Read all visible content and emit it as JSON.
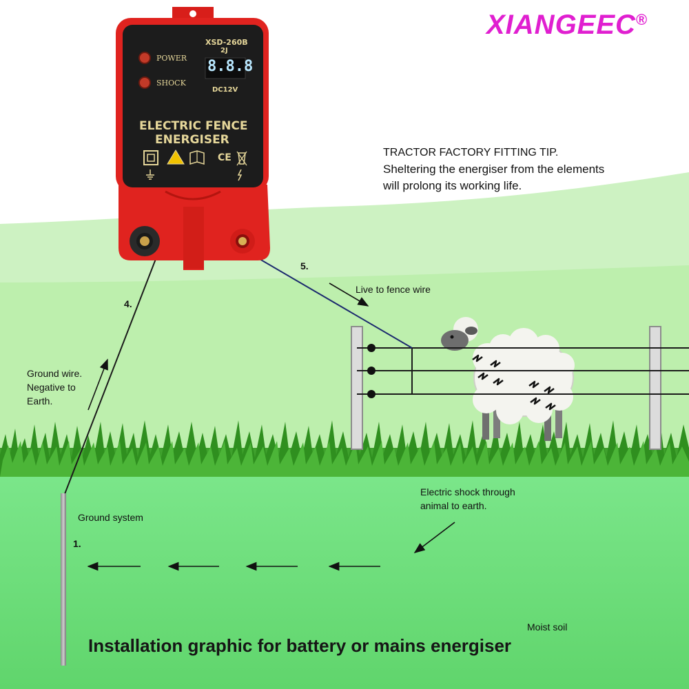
{
  "brand": {
    "name": "XIANGEEC",
    "mark": "®"
  },
  "device": {
    "model": "XSD-260B",
    "joules": "2J",
    "voltage": "DC12V",
    "display": "8.8.8",
    "indicators": [
      "POWER",
      "SHOCK"
    ],
    "title_line1": "ELECTRIC FENCE",
    "title_line2": "ENERGISER",
    "cert_marks": [
      "CE"
    ]
  },
  "tip": {
    "heading": "TRACTOR FACTORY FITTING TIP.",
    "line1": "Sheltering the energiser from the elements",
    "line2": "will prolong its working life."
  },
  "labels": {
    "step5": "5.",
    "live_wire": "Live to fence wire",
    "step4": "4.",
    "ground_wire_1": "Ground wire.",
    "ground_wire_2": "Negative to",
    "ground_wire_3": "Earth.",
    "ground_system": "Ground system",
    "step1": "1.",
    "shock_1": "Electric shock through",
    "shock_2": "animal to earth.",
    "moist_soil": "Moist soil",
    "caption": "Installation graphic for battery or mains energiser"
  },
  "colors": {
    "sky": "#ffffff",
    "hill": "#c8f0bd",
    "field": "#b9eea9",
    "soil": "#6ee07a",
    "grass": "#2f8f1f",
    "device_body": "#e0231f",
    "device_panel": "#1c1c1c",
    "device_text": "#e6d79a",
    "brand": "#e01fd0"
  }
}
